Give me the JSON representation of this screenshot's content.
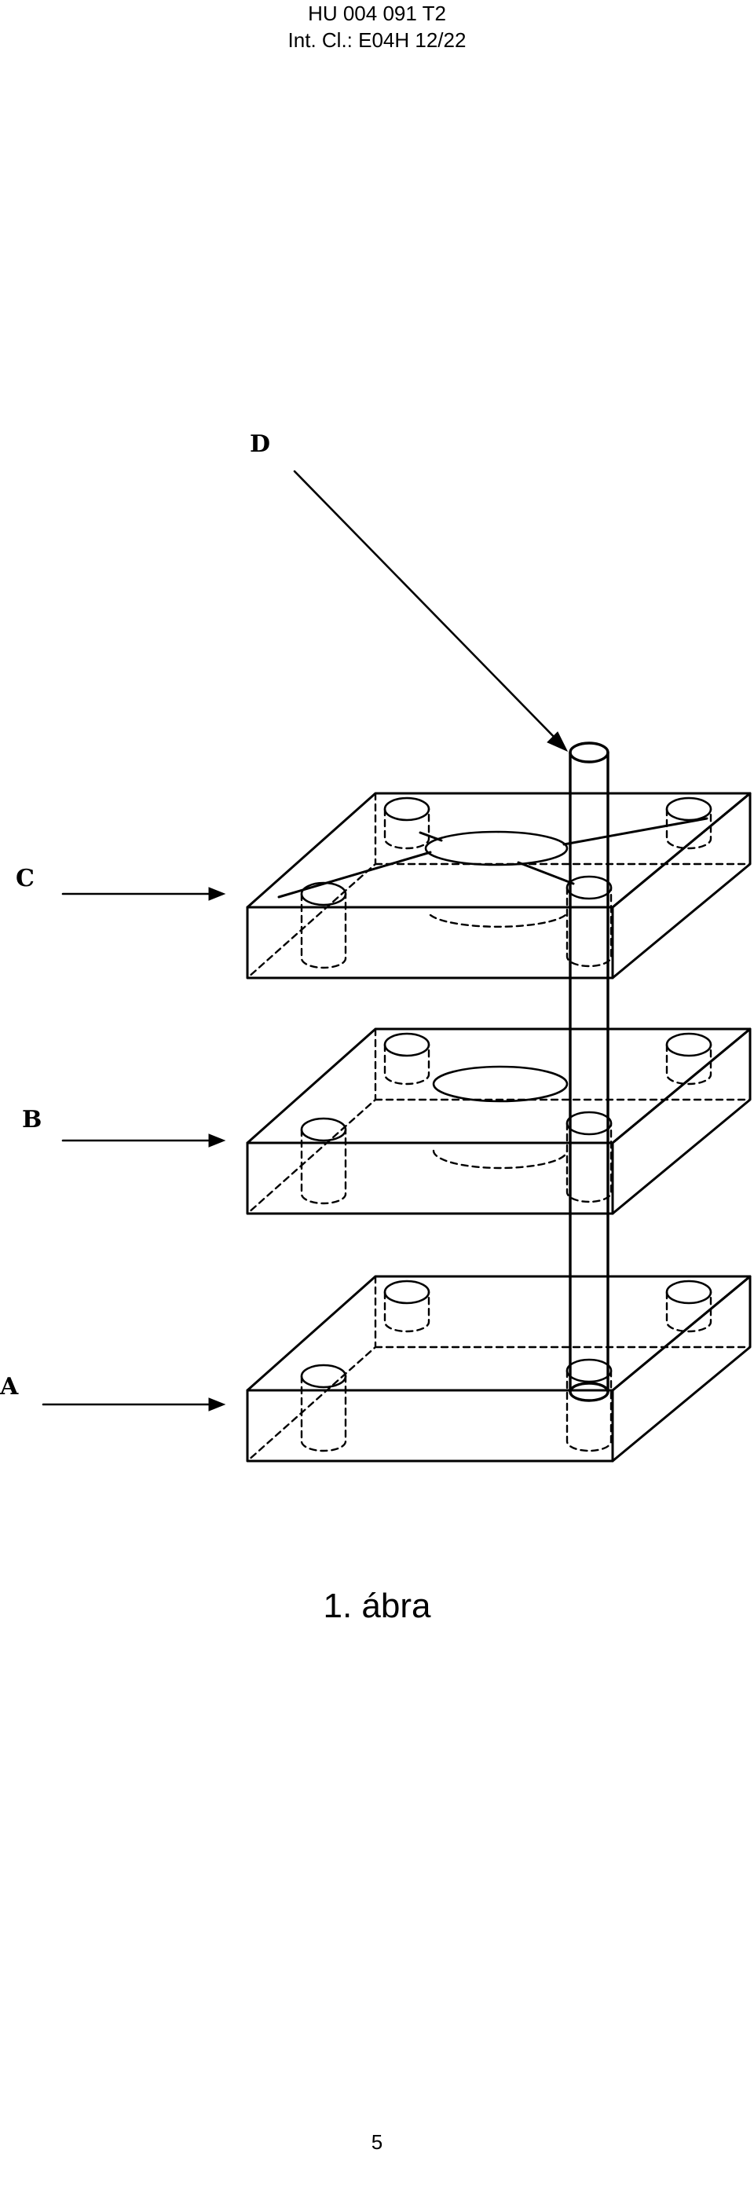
{
  "header": {
    "doc_number": "HU 004 091 T2",
    "classification": "Int. Cl.: E04H 12/22"
  },
  "figure": {
    "labels": {
      "a": "A",
      "b": "B",
      "c": "C",
      "d": "D"
    },
    "caption": "1. ábra"
  },
  "footer": {
    "page_number": "5"
  }
}
